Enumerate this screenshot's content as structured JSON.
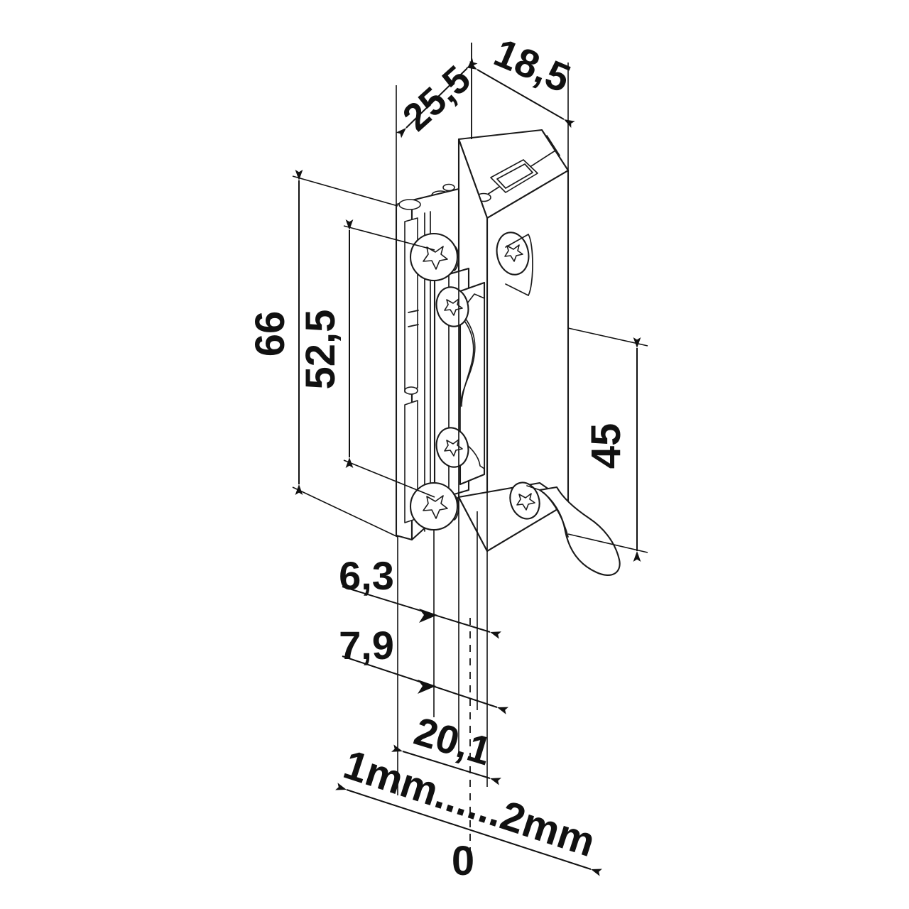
{
  "drawing": {
    "title": "Electric door strike – isometric dimensioned drawing",
    "units": "mm",
    "line_color": "#1a1a1a",
    "dim_color": "#111111",
    "background": "#ffffff"
  },
  "dimensions": {
    "depth_total": "25,5",
    "faceplate_width": "18,5",
    "height_total": "66",
    "height_inner": "52,5",
    "height_right": "45",
    "offset_a": "6,3",
    "offset_b": "7,9",
    "offset_c": "20,1",
    "scale_left": "1mm",
    "scale_dots": "......",
    "scale_right": "2mm",
    "scale_zero": "0",
    "scale_combined": "1mm......2mm"
  },
  "annotations": [
    {
      "id": "dim-25-5",
      "label": "25,5",
      "kind": "linear",
      "orientation": "iso-top-left"
    },
    {
      "id": "dim-18-5",
      "label": "18,5",
      "kind": "linear",
      "orientation": "iso-top-right"
    },
    {
      "id": "dim-66",
      "label": "66",
      "kind": "linear",
      "orientation": "vertical-rotated"
    },
    {
      "id": "dim-52-5",
      "label": "52,5",
      "kind": "linear",
      "orientation": "vertical-rotated"
    },
    {
      "id": "dim-45",
      "label": "45",
      "kind": "linear",
      "orientation": "vertical-rotated"
    },
    {
      "id": "dim-6-3",
      "label": "6,3",
      "kind": "linear",
      "orientation": "iso-bottom"
    },
    {
      "id": "dim-7-9",
      "label": "7,9",
      "kind": "linear",
      "orientation": "iso-bottom"
    },
    {
      "id": "dim-20-1",
      "label": "20,1",
      "kind": "linear",
      "orientation": "iso-bottom"
    },
    {
      "id": "scale-axis",
      "label": "1mm......2mm",
      "kind": "range-axis",
      "orientation": "iso-bottom"
    },
    {
      "id": "scale-origin",
      "label": "0",
      "kind": "origin-marker",
      "orientation": "iso-bottom"
    }
  ]
}
